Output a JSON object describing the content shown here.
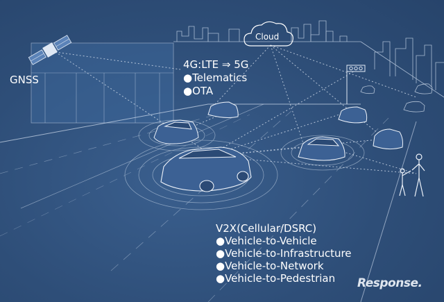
{
  "gnss": {
    "label": "GNSS"
  },
  "cloud": {
    "label": "Cloud"
  },
  "network": {
    "title": "4G:LTE ⇒ 5G",
    "items": [
      "●Telematics",
      "●OTA"
    ]
  },
  "v2x": {
    "title": "V2X(Cellular/DSRC)",
    "items": [
      "●Vehicle-to-Vehicle",
      "●Vehicle-to-Infrastructure",
      "●Vehicle-to-Network",
      "●Vehicle-to-Pedestrian"
    ]
  },
  "watermark": {
    "text": "Response."
  },
  "colors": {
    "background": "#2f4f7a",
    "line": "#cfdcec",
    "text": "#ffffff"
  }
}
